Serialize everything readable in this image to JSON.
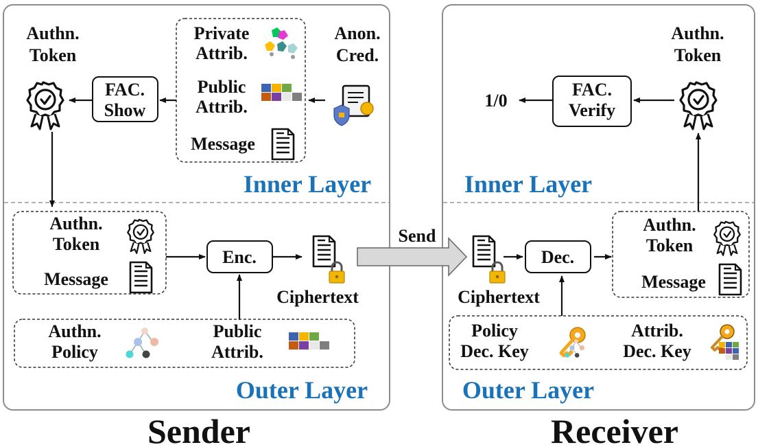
{
  "sender": {
    "title": "Sender",
    "inner_layer": "Inner  Layer",
    "outer_layer": "Outer Layer",
    "authn_token": [
      "Authn.",
      "Token"
    ],
    "fac_show": [
      "FAC.",
      "Show"
    ],
    "private_attrib": [
      "Private",
      "Attrib."
    ],
    "public_attrib": [
      "Public",
      "Attrib."
    ],
    "message": "Message",
    "anon_cred": [
      "Anon.",
      "Cred."
    ],
    "enc": "Enc.",
    "ciphertext": "Ciphertext",
    "authn_policy": [
      "Authn.",
      "Policy"
    ],
    "box_authn_token": [
      "Authn.",
      "Token"
    ],
    "box_message": "Message",
    "outer_public_attrib": [
      "Public",
      "Attrib."
    ]
  },
  "receiver": {
    "title": "Receiver",
    "inner_layer": "Inner  Layer",
    "outer_layer": "Outer Layer",
    "authn_token": [
      "Authn.",
      "Token"
    ],
    "fac_verify": [
      "FAC.",
      "Verify"
    ],
    "result": "1/0",
    "dec": "Dec.",
    "ciphertext": "Ciphertext",
    "box_authn_token": [
      "Authn.",
      "Token"
    ],
    "box_message": "Message",
    "policy_dec_key": [
      "Policy",
      "Dec. Key"
    ],
    "attrib_dec_key": [
      "Attrib.",
      "Dec. Key"
    ]
  },
  "send_label": "Send",
  "colors": {
    "layer_text": "#1a73b8",
    "panel_border": "#888888",
    "arrow_fill": "#d9d9d9"
  },
  "icons": [
    "badge-icon",
    "document-icon",
    "lock-icon",
    "certificate-icon",
    "tree-graph-icon",
    "key-icon",
    "color-grid-icon",
    "gem-cluster-icon"
  ]
}
